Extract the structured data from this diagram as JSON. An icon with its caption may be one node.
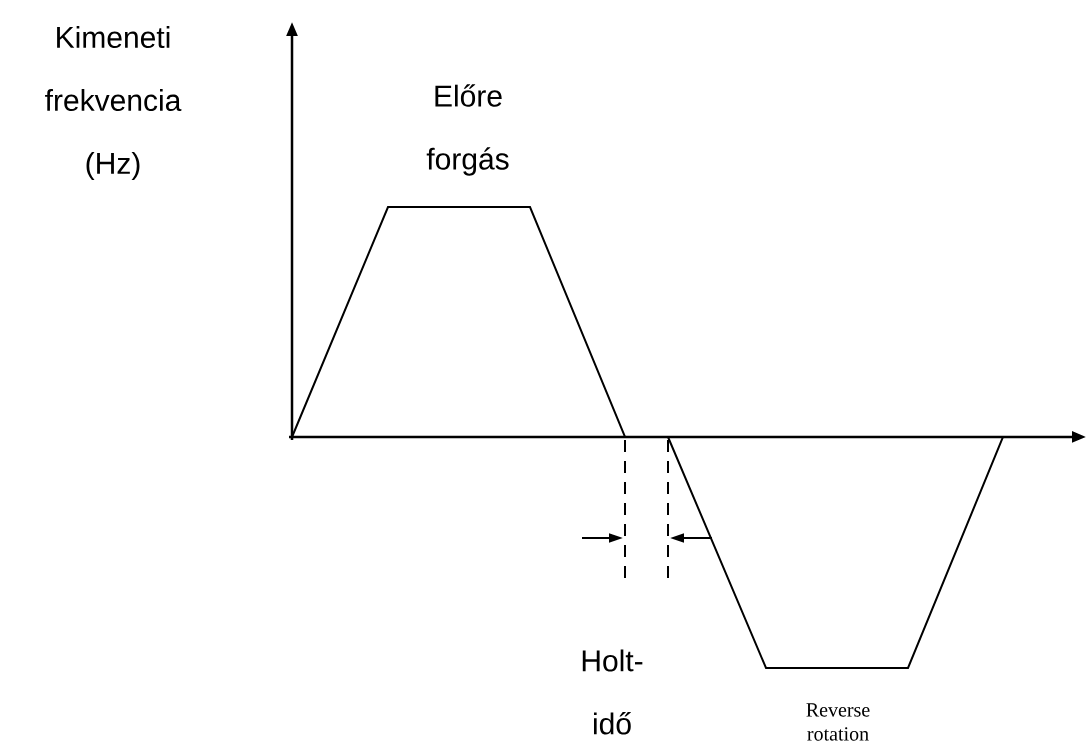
{
  "diagram": {
    "labels": [
      "Kimeneti frekvencia (Hz)",
      "Előre forgás",
      "Holt- idő",
      "Reverse rotation"
    ]
  }
}
